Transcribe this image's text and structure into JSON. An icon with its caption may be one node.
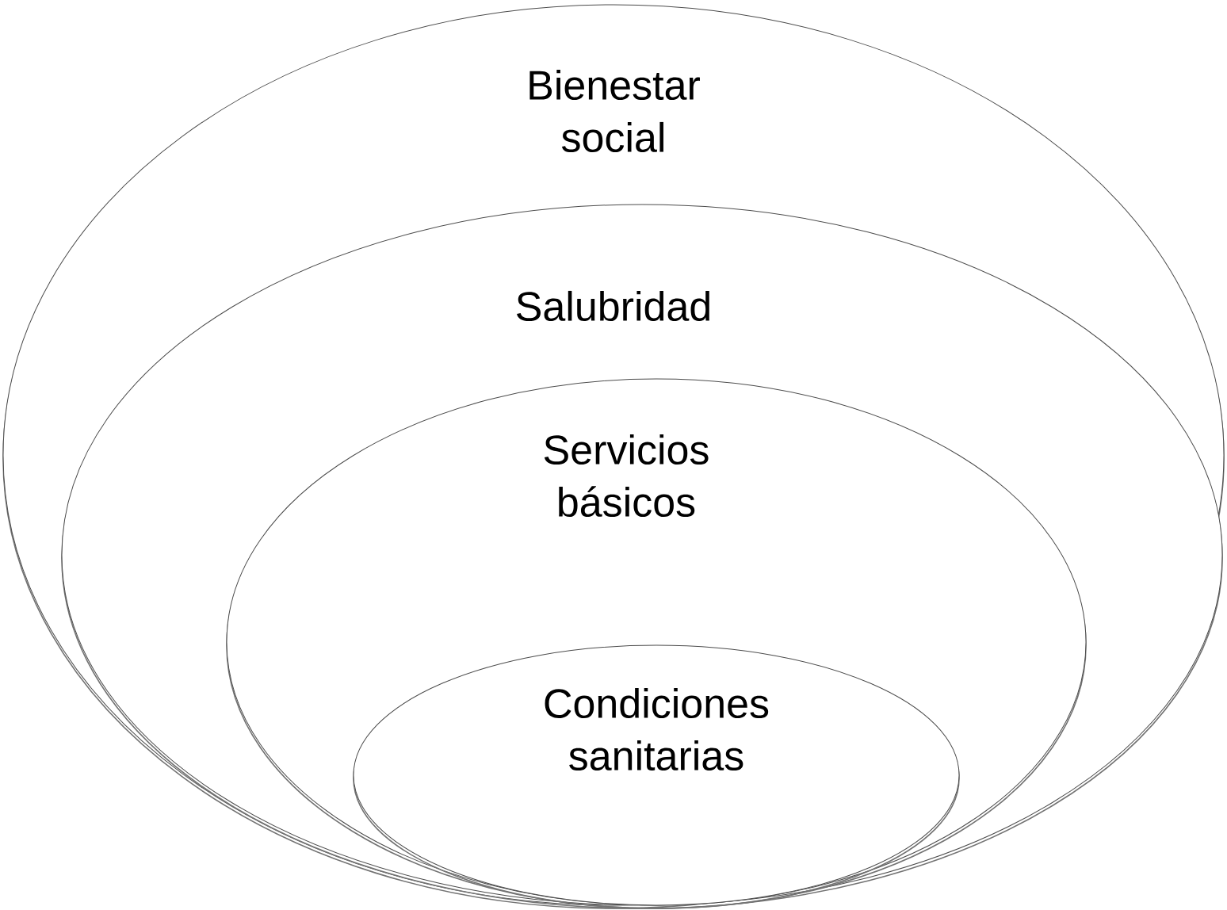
{
  "diagram": {
    "nodes": [
      {
        "text": [
          "Bienestar social"
        ]
      },
      {
        "text": [
          "Salubridad"
        ],
        "in": 0
      },
      {
        "text": [
          "Servicios básicos"
        ],
        "in": 1
      },
      {
        "text": [
          "Condiciones sanitarias"
        ],
        "in": 2
      }
    ]
  }
}
